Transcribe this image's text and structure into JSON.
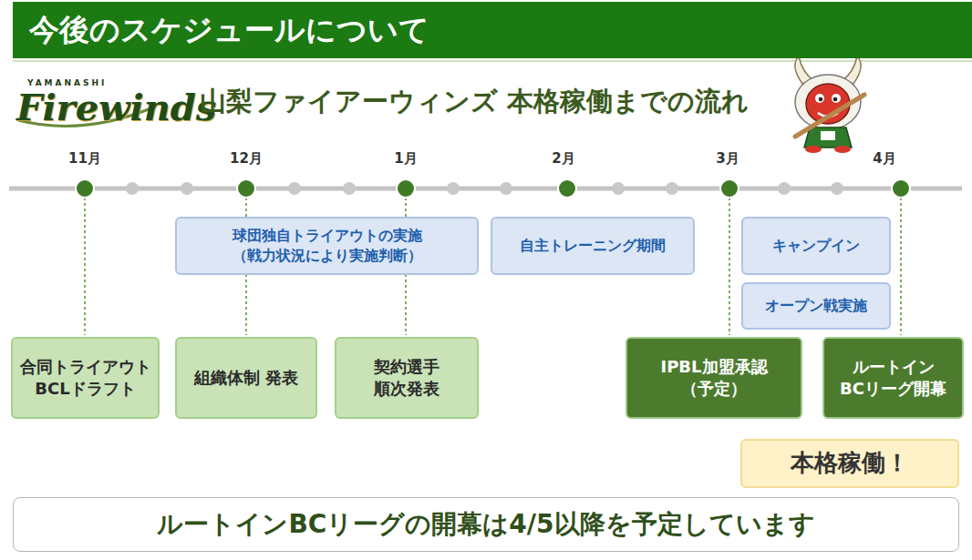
{
  "diagram": {
    "title": "今後のスケジュールについて",
    "nodes": [
      {
        "text": [
          "球団独自トライアウトの実施",
          "（戦力状況により実施判断）"
        ]
      },
      {
        "text": [
          "自主トレーニング期間"
        ]
      },
      {
        "text": [
          "キャンプイン"
        ]
      },
      {
        "text": [
          "オープン戦実施"
        ]
      },
      {
        "text": [
          "合同トライアウト BCLドラフト"
        ]
      },
      {
        "text": [
          "組織体制 発表"
        ]
      },
      {
        "text": [
          "契約選手 順次発表"
        ]
      },
      {
        "text": [
          "IPBL加盟承認 （予定）"
        ]
      },
      {
        "text": [
          "ルートイン BCリーグ開幕"
        ]
      },
      {
        "text": [
          "本格稼働！"
        ]
      },
      {
        "text": [
          "ルートインBCリーグの開幕は4/5以降を予定しています"
        ]
      }
    ],
    "labels": [
      "YAMANASHI",
      "Firewinds",
      "山梨ファイアーウィンズ 本格稼働までの流れ",
      "11月",
      "12月",
      "1月",
      "2月",
      "3月",
      "4月"
    ]
  }
}
